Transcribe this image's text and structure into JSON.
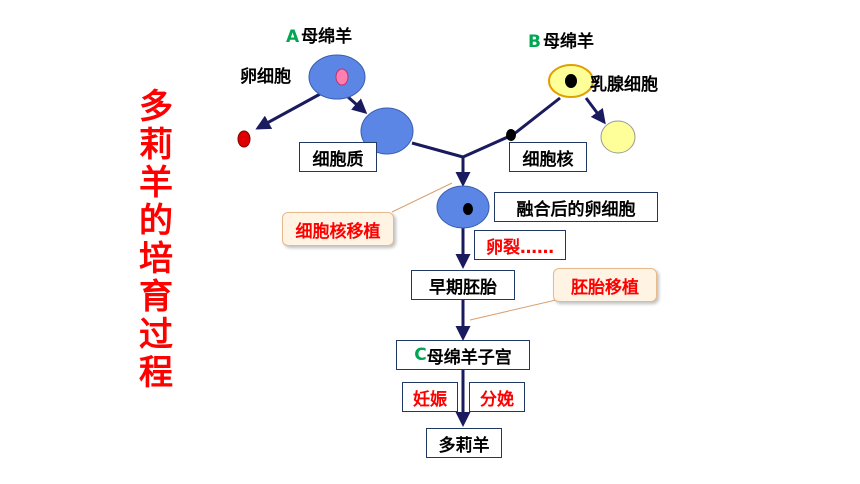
{
  "title_chars": [
    "多",
    "莉",
    "羊",
    "的",
    "培",
    "育",
    "过",
    "程"
  ],
  "sheep_a": {
    "letter": "A",
    "label": "母绵羊"
  },
  "sheep_b": {
    "letter": "B",
    "label": "母绵羊"
  },
  "egg_cell": "卵细胞",
  "mammary_cell": "乳腺细胞",
  "cytoplasm": "细胞质",
  "nucleus": "细胞核",
  "fused_egg": "融合后的卵细胞",
  "nuclear_transfer": "细胞核移植",
  "cleavage": "卵裂……",
  "early_embryo": "早期胚胎",
  "embryo_transfer": "胚胎移植",
  "sheep_c": {
    "letter": "C",
    "label": "母绵羊子宫"
  },
  "pregnancy": "妊娠",
  "birth": "分娩",
  "dolly": "多莉羊",
  "colors": {
    "title": "#ff0000",
    "cell_blue": "#5b86e5",
    "cell_yellow": "#ffff99",
    "nucleus_pink": "#ff7fb0",
    "arrow": "#1a1a5e",
    "letter_green": "#00a651",
    "callout_bg": "#fff3e3"
  }
}
